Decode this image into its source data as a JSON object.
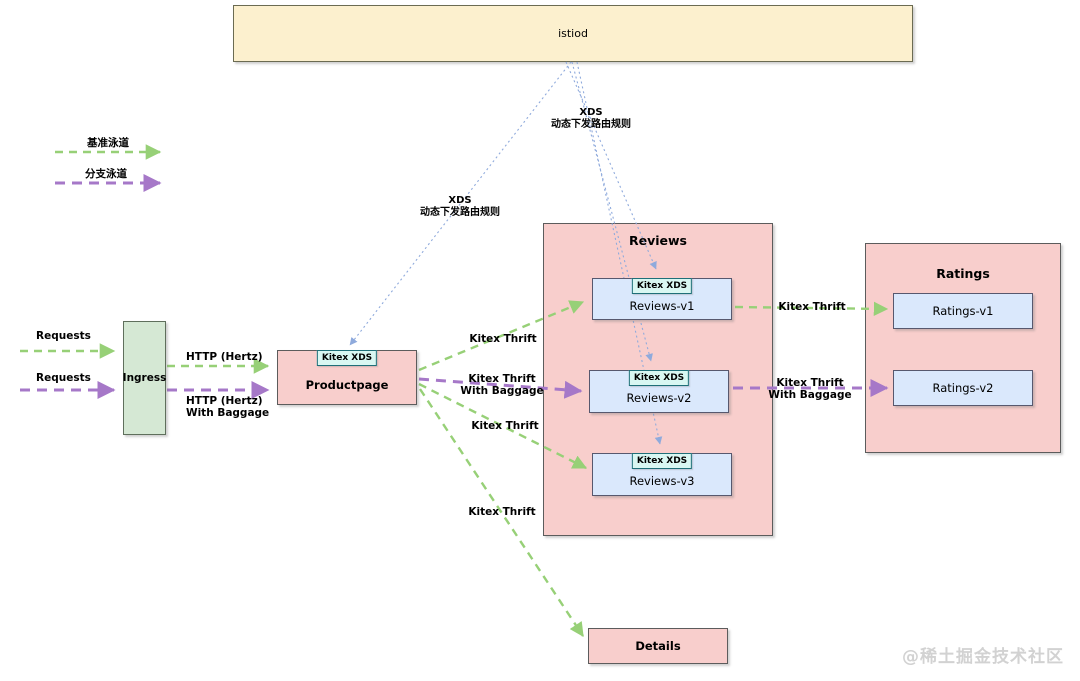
{
  "istiod": {
    "label": "istiod"
  },
  "legend": {
    "baseline_label": "基准泳道",
    "branch_label": "分支泳道"
  },
  "nodes": {
    "ingress": "Ingress",
    "productpage": "Productpage",
    "reviews_group": "Reviews",
    "reviews_v1": "Reviews-v1",
    "reviews_v2": "Reviews-v2",
    "reviews_v3": "Reviews-v3",
    "ratings_group": "Ratings",
    "ratings_v1": "Ratings-v1",
    "ratings_v2": "Ratings-v2",
    "details": "Details",
    "kitex_xds_tab": "Kitex XDS"
  },
  "edge_labels": {
    "xds_line1": "XDS",
    "xds_line2": "动态下发路由规则",
    "requests": "Requests",
    "http_hertz": "HTTP (Hertz)",
    "with_baggage": "With Baggage",
    "kitex_thrift": "Kitex Thrift"
  },
  "colors": {
    "baseline_arrow": "#97d077",
    "branch_arrow": "#a678c8",
    "xds_wire": "#8faadc",
    "pink_box": "#f8cecc",
    "yellow_box": "#fcf0ce",
    "green_box": "#d5e8d4",
    "blue_box": "#dae8fc",
    "cyan_tab": "#d9f7f2"
  },
  "watermark": "@稀土掘金技术社区"
}
